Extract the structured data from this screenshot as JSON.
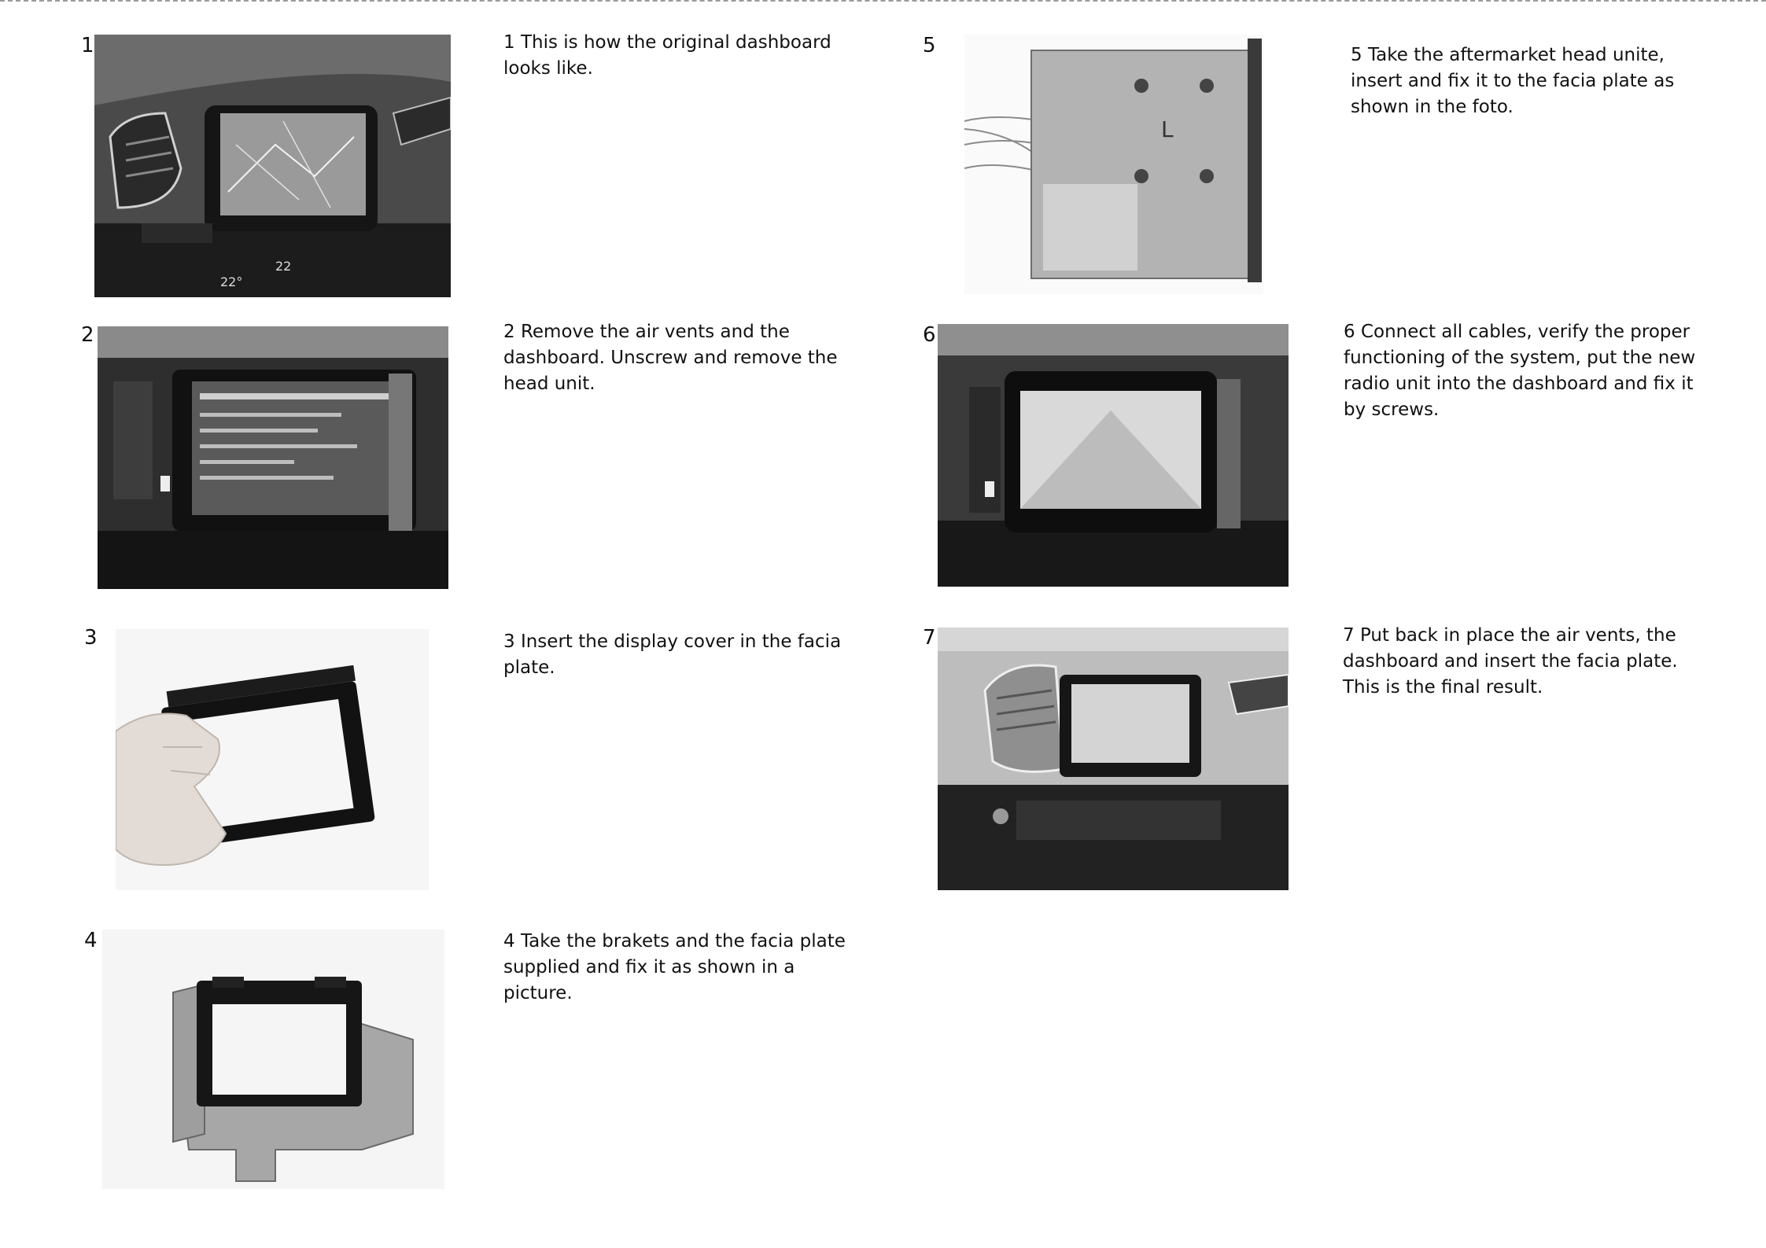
{
  "steps": [
    {
      "number": "1",
      "text": "1 This is how the original dashboard\nlooks like.",
      "photo_icon": "original-dashboard-photo"
    },
    {
      "number": "2",
      "text": "2 Remove the air vents and the\ndashboard. Unscrew and remove the\nhead unit.",
      "photo_icon": "dashboard-removed-photo"
    },
    {
      "number": "3",
      "text": "3  Insert the display cover in the facia\nplate.",
      "photo_icon": "display-cover-photo"
    },
    {
      "number": "4",
      "text": "4 Take the brakets and the facia plate\nsupplied and fix it as shown in a\npicture.",
      "photo_icon": "brackets-facia-photo"
    },
    {
      "number": "5",
      "text": "5 Take the aftermarket head unite,\ninsert and fix it to the facia plate as\nshown in the foto.",
      "photo_icon": "head-unit-brackets-photo"
    },
    {
      "number": "6",
      "text": "6  Connect all cables, verify the proper\nfunctioning of the system, put the new\nradio unit into the dashboard and fix it\nby screws.",
      "photo_icon": "radio-installed-photo"
    },
    {
      "number": "7",
      "text": "7  Put back in place the air vents, the\ndashboard and insert the facia plate.\nThis is the final result.",
      "photo_icon": "final-result-photo"
    }
  ],
  "colors": {
    "text": "#111111",
    "cut_line": "#9a9a9a",
    "photo_dark": "#1e1e1e",
    "photo_light": "#f2f2f2"
  }
}
